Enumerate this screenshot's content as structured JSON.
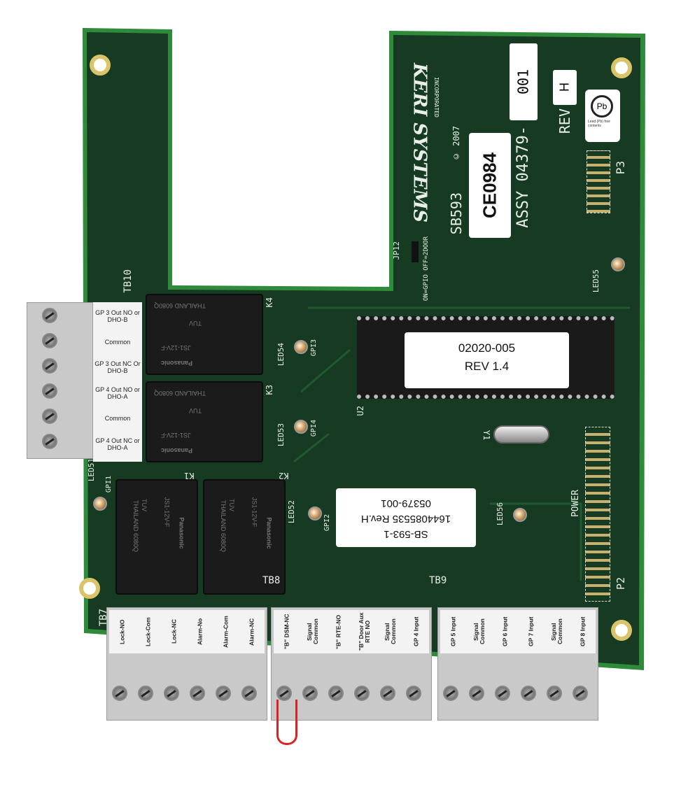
{
  "board": {
    "brand": "KERI SYSTEMS",
    "brand_sub": "INCORPORATED",
    "copyright": "© 2007",
    "model": "SB593",
    "assy": "ASSY 04379-",
    "assy_suffix": "001",
    "rev_label": "REV",
    "rev_value": "H",
    "ce_mark": "CE0984",
    "lead_free": "Lead (Pb) free contents",
    "pb_symbol": "Pb",
    "jumper": "JP12",
    "jumper_note": "ON=GPIO OFF=2DOOR",
    "header_p3": "P3",
    "header_p2": "P2",
    "power": "POWER",
    "chip": "U2",
    "crystal": "Y1",
    "colors": {
      "pcb": "#163a22",
      "edge": "#2f8a3a",
      "silk": "#e8efe8"
    }
  },
  "leds": [
    {
      "name": "LED55",
      "signal": ""
    },
    {
      "name": "LED54",
      "signal": "GPI3"
    },
    {
      "name": "LED53",
      "signal": "GPI4"
    },
    {
      "name": "LED51",
      "signal": "GPI1"
    },
    {
      "name": "LED52",
      "signal": "GPI2"
    },
    {
      "name": "LED56",
      "signal": ""
    }
  ],
  "chip_label": {
    "line1": "02020-005",
    "line2": "REV 1.4"
  },
  "board_label": {
    "line1": "SB-593-1",
    "line2": "1644085535 Rev.H",
    "line3": "05379-001"
  },
  "relays": [
    {
      "id": "K4",
      "brand": "Panasonic",
      "part": "JS1-12V-F",
      "origin": "THAILAND 6080Q",
      "cert": "TUV"
    },
    {
      "id": "K3",
      "brand": "Panasonic",
      "part": "JS1-12V-F",
      "origin": "THAILAND 6080Q",
      "cert": "TUV"
    },
    {
      "id": "K1",
      "brand": "Panasonic",
      "part": "JS1-12V-F",
      "origin": "THAILAND 6080Q",
      "cert": "TUV"
    },
    {
      "id": "K2",
      "brand": "Panasonic",
      "part": "JS1-12V-F",
      "origin": "THAILAND 6080Q",
      "cert": "TUV"
    }
  ],
  "terminals": {
    "TB10": {
      "name": "TB10",
      "pins": [
        "GP 3 Out NO or DHO-B",
        "Common",
        "GP 3 Out NC Or DHO-B",
        "GP 4 Out NO or DHO-A",
        "Common",
        "GP 4 Out NC or DHO-A"
      ]
    },
    "TB7": {
      "name": "TB7",
      "pins": [
        "Lock-NO",
        "Lock-Com",
        "Lock-NC",
        "Alarm-No",
        "Alarm-Com",
        "Alarm-NC"
      ]
    },
    "TB8": {
      "name": "TB8",
      "pins": [
        "\"B\" DSM-NC",
        "Signal Common",
        "\"B\" RTE-NO",
        "\"B\" Door Aux RTE NO",
        "Signal Common",
        "GP 4 Input"
      ]
    },
    "TB9": {
      "name": "TB9",
      "pins": [
        "GP 5 Input",
        "Signal Common",
        "GP 6 Input",
        "GP 7 Input",
        "Signal Common",
        "GP 8 Input"
      ]
    }
  }
}
